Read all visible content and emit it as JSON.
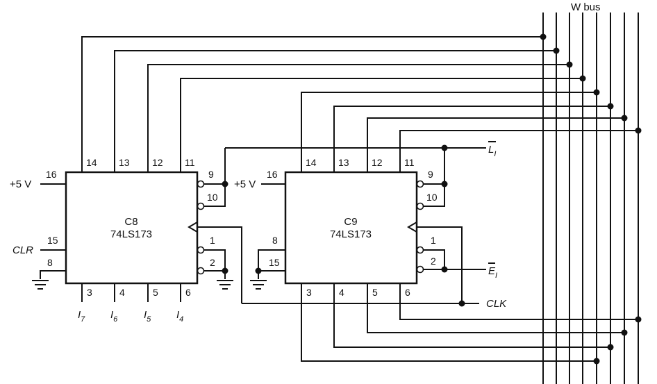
{
  "bus": {
    "label": "W bus"
  },
  "chips": {
    "c8": {
      "name": "C8",
      "part": "74LS173"
    },
    "c9": {
      "name": "C9",
      "part": "74LS173"
    }
  },
  "pins": {
    "p14": "14",
    "p13": "13",
    "p12": "12",
    "p11": "11",
    "p9": "9",
    "p10": "10",
    "p16": "16",
    "p15": "15",
    "p8": "8",
    "p1": "1",
    "p2": "2",
    "p3": "3",
    "p4": "4",
    "p5": "5",
    "p6": "6"
  },
  "signals": {
    "vcc": "+5 V",
    "clr": "CLR",
    "clk": "CLK",
    "load": "L",
    "enable": "E",
    "sub": "I"
  },
  "inputs": [
    {
      "name": "I",
      "sub": "7"
    },
    {
      "name": "I",
      "sub": "6"
    },
    {
      "name": "I",
      "sub": "5"
    },
    {
      "name": "I",
      "sub": "4"
    }
  ],
  "colors": {
    "ink": "#111111",
    "background": "#ffffff"
  }
}
